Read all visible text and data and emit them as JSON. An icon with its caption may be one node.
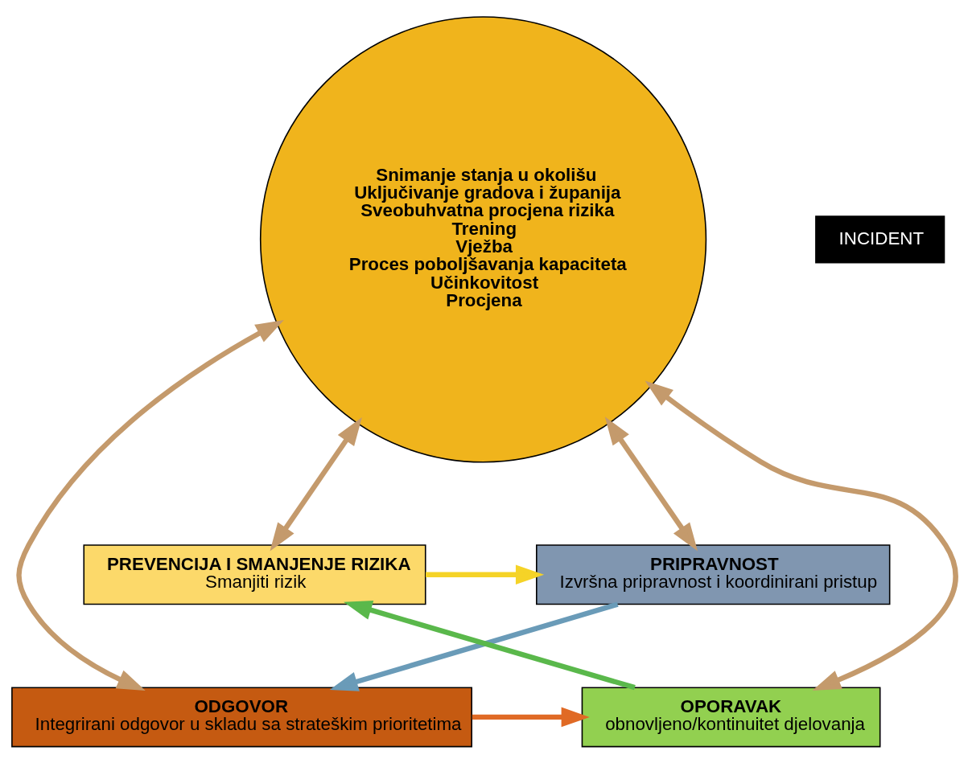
{
  "diagram": {
    "nodes": [
      {
        "text": [
          "PREVENCIJA I SMANJENJE RIZIKA",
          "Smanjiti rizik"
        ]
      },
      {
        "text": [
          "PRIPRAVNOST",
          "Izvršna pripravnost i koordinirani pristup"
        ]
      },
      {
        "text": [
          "Snimanje stanja u okolišu",
          "Uključivanje gradova i županija",
          "Sveobuhvatna procjena rizika",
          "Trening",
          "Vježba",
          "Proces poboljšavanja kapaciteta",
          "Učinkovitost",
          "Procjena"
        ]
      },
      {
        "text": [
          "INCIDENT"
        ]
      },
      {
        "text": [
          "OPORAVAK",
          "obnovljeno/kontinuitet djelovanja"
        ]
      },
      {
        "text": [
          "ODGOVOR",
          "Integrirani odgovor u skladu sa strateškim prioritetima"
        ]
      }
    ],
    "edges": [
      {
        "from": 0,
        "to": 1,
        "arrow": "to",
        "color": "#f5d327"
      },
      {
        "from": 1,
        "to": 5,
        "arrow": "to",
        "color": "#6a9bb8"
      },
      {
        "from": 5,
        "to": 4,
        "arrow": "to",
        "color": "#e06a25"
      },
      {
        "from": 4,
        "to": 0,
        "arrow": "to",
        "color": "#5ab84b"
      },
      {
        "from": 2,
        "to": 0,
        "arrow": "both"
      },
      {
        "from": 2,
        "to": 1,
        "arrow": "both"
      },
      {
        "from": 2,
        "to": 4,
        "arrow": "both"
      },
      {
        "from": 2,
        "to": 5,
        "arrow": "both"
      }
    ]
  }
}
